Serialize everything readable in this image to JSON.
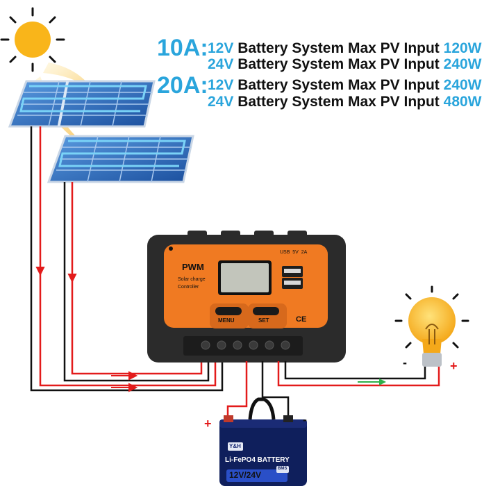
{
  "specs": {
    "groups": [
      {
        "amp": "10A:",
        "rows": [
          {
            "voltage": "12V",
            "text": " Battery System Max PV Input ",
            "watts": "120W"
          },
          {
            "voltage": "24V",
            "text": " Battery System Max PV Input ",
            "watts": "240W"
          }
        ]
      },
      {
        "amp": "20A:",
        "rows": [
          {
            "voltage": "12V",
            "text": " Battery System Max PV Input ",
            "watts": "240W"
          },
          {
            "voltage": "24V",
            "text": " Battery System Max PV Input ",
            "watts": "480W"
          }
        ]
      }
    ]
  },
  "controller": {
    "title": "PWM",
    "subtitle_line1": "Solar charge",
    "subtitle_line2": "Controller",
    "usb_label": "USB  5V  2A",
    "menu_label": "MENU",
    "set_label": "SET",
    "ce_mark": "CE"
  },
  "battery": {
    "brand": "Y&H",
    "title": "Li-FePO4 BATTERY",
    "voltage": "12V/24V",
    "bms": "BMS",
    "terminal_plus": "+",
    "terminal_minus": "-"
  },
  "load": {
    "terminal_minus": "-",
    "terminal_plus": "+"
  },
  "colors": {
    "accent_blue": "#2aa5dc",
    "controller_orange": "#f07a22",
    "wire_red": "#e31b1b",
    "wire_black": "#111111",
    "bulb_yellow": "#f7b51c"
  },
  "icons": [
    "sun-icon",
    "solar-panel-icon",
    "light-bulb-icon",
    "battery-icon",
    "usb-port-icon",
    "ce-mark-icon"
  ]
}
